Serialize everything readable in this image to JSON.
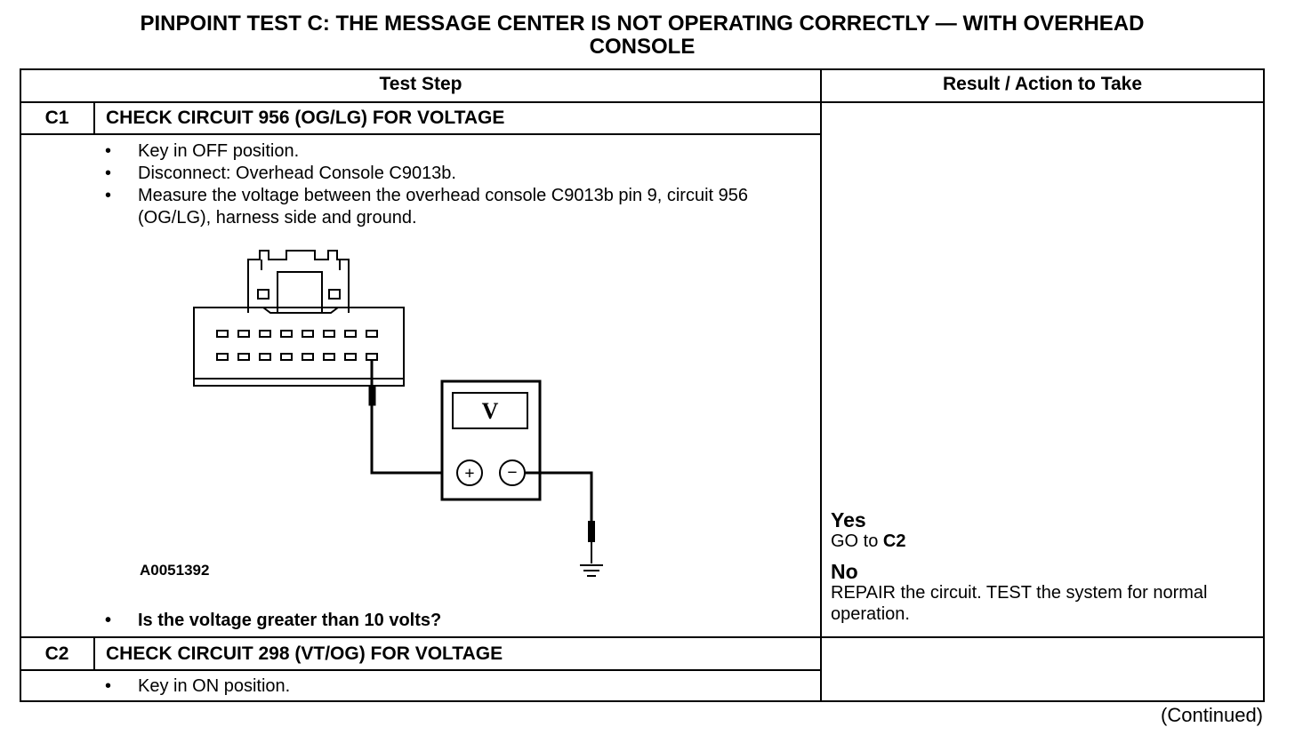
{
  "title_line1": "PINPOINT TEST  C: THE MESSAGE CENTER IS NOT OPERATING CORRECTLY — WITH OVERHEAD",
  "title_line2": "CONSOLE",
  "table": {
    "header_step": "Test Step",
    "header_result": "Result / Action to Take"
  },
  "c1": {
    "id": "C1",
    "title": "CHECK CIRCUIT 956 (OG/LG) FOR VOLTAGE",
    "bullets": [
      "Key in OFF position.",
      "Disconnect: Overhead Console C9013b.",
      "Measure the voltage between the overhead console C9013b pin 9, circuit 956 (OG/LG), harness side and ground."
    ],
    "figure_id": "A0051392",
    "meter_label": "V",
    "plus_symbol": "+",
    "minus_symbol": "−",
    "question": "Is the voltage greater than 10 volts?",
    "yes_label": "Yes",
    "yes_action_prefix": "GO to ",
    "yes_action_target": "C2",
    "no_label": "No",
    "no_action": "REPAIR the circuit. TEST the system for normal operation."
  },
  "c2": {
    "id": "C2",
    "title": "CHECK CIRCUIT 298 (VT/OG) FOR VOLTAGE",
    "bullets": [
      "Key in ON position."
    ]
  },
  "continued": "(Continued)"
}
